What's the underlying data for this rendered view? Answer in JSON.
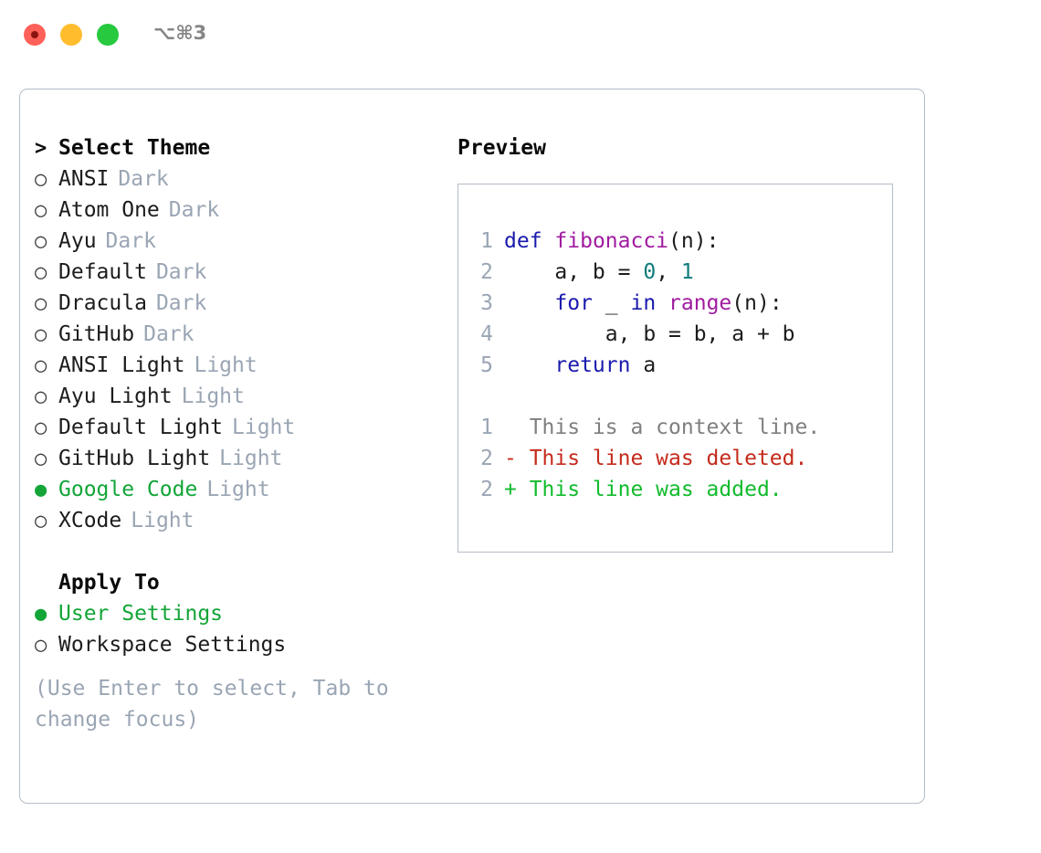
{
  "window": {
    "shortcut": "⌥⌘3",
    "traffic_lights": {
      "close": "close-button",
      "minimize": "minimize-button",
      "zoom": "zoom-button"
    }
  },
  "theme_selector": {
    "header": {
      "marker": ">",
      "label": "Select Theme"
    },
    "options": [
      {
        "marker": "○",
        "name": "ANSI",
        "variant": "Dark",
        "selected": false
      },
      {
        "marker": "○",
        "name": "Atom One",
        "variant": "Dark",
        "selected": false
      },
      {
        "marker": "○",
        "name": "Ayu",
        "variant": "Dark",
        "selected": false
      },
      {
        "marker": "○",
        "name": "Default",
        "variant": "Dark",
        "selected": false
      },
      {
        "marker": "○",
        "name": "Dracula",
        "variant": "Dark",
        "selected": false
      },
      {
        "marker": "○",
        "name": "GitHub",
        "variant": "Dark",
        "selected": false
      },
      {
        "marker": "○",
        "name": "ANSI Light",
        "variant": "Light",
        "selected": false
      },
      {
        "marker": "○",
        "name": "Ayu Light",
        "variant": "Light",
        "selected": false
      },
      {
        "marker": "○",
        "name": "Default Light",
        "variant": "Light",
        "selected": false
      },
      {
        "marker": "○",
        "name": "GitHub Light",
        "variant": "Light",
        "selected": false
      },
      {
        "marker": "●",
        "name": "Google Code",
        "variant": "Light",
        "selected": true
      },
      {
        "marker": "○",
        "name": "XCode",
        "variant": "Light",
        "selected": false
      }
    ]
  },
  "apply_to": {
    "header": {
      "marker": "",
      "label": "Apply To"
    },
    "options": [
      {
        "marker": "●",
        "name": "User Settings",
        "variant": "",
        "selected": true
      },
      {
        "marker": "○",
        "name": "Workspace Settings",
        "variant": "",
        "selected": false
      }
    ]
  },
  "help_text": "(Use Enter to select, Tab to change focus)",
  "preview": {
    "title": "Preview",
    "code_lines": [
      {
        "no": "1",
        "tokens": [
          {
            "t": "def",
            "c": "kw"
          },
          {
            "t": " ",
            "c": "plain"
          },
          {
            "t": "fibonacci",
            "c": "fn"
          },
          {
            "t": "(n):",
            "c": "punct"
          }
        ]
      },
      {
        "no": "2",
        "tokens": [
          {
            "t": "    a, b = ",
            "c": "plain"
          },
          {
            "t": "0",
            "c": "num"
          },
          {
            "t": ", ",
            "c": "plain"
          },
          {
            "t": "1",
            "c": "num"
          }
        ]
      },
      {
        "no": "3",
        "tokens": [
          {
            "t": "    ",
            "c": "plain"
          },
          {
            "t": "for",
            "c": "kw"
          },
          {
            "t": " _ ",
            "c": "plain"
          },
          {
            "t": "in",
            "c": "kw"
          },
          {
            "t": " ",
            "c": "plain"
          },
          {
            "t": "range",
            "c": "fn"
          },
          {
            "t": "(n):",
            "c": "punct"
          }
        ]
      },
      {
        "no": "4",
        "tokens": [
          {
            "t": "        a, b = b, a + b",
            "c": "plain"
          }
        ]
      },
      {
        "no": "5",
        "tokens": [
          {
            "t": "    ",
            "c": "plain"
          },
          {
            "t": "return",
            "c": "kw"
          },
          {
            "t": " a",
            "c": "plain"
          }
        ]
      }
    ],
    "diff_lines": [
      {
        "no": "1",
        "sign": " ",
        "text": "This is a context line.",
        "kind": "context"
      },
      {
        "no": "2",
        "sign": "-",
        "text": "This line was deleted.",
        "kind": "del"
      },
      {
        "no": "2",
        "sign": "+",
        "text": "This line was added.",
        "kind": "add"
      }
    ]
  },
  "colors": {
    "accent_green": "#13a538",
    "muted": "#9aa5b4",
    "border": "#b4bdc9",
    "keyword": "#1a1aad",
    "function": "#a01ba0",
    "number": "#0e7b7b",
    "diff_delete": "#c42b1c",
    "diff_add": "#12bb2d",
    "traffic_close": "#ff6159",
    "traffic_minimize": "#ffbd2e",
    "traffic_zoom": "#27c93f"
  }
}
